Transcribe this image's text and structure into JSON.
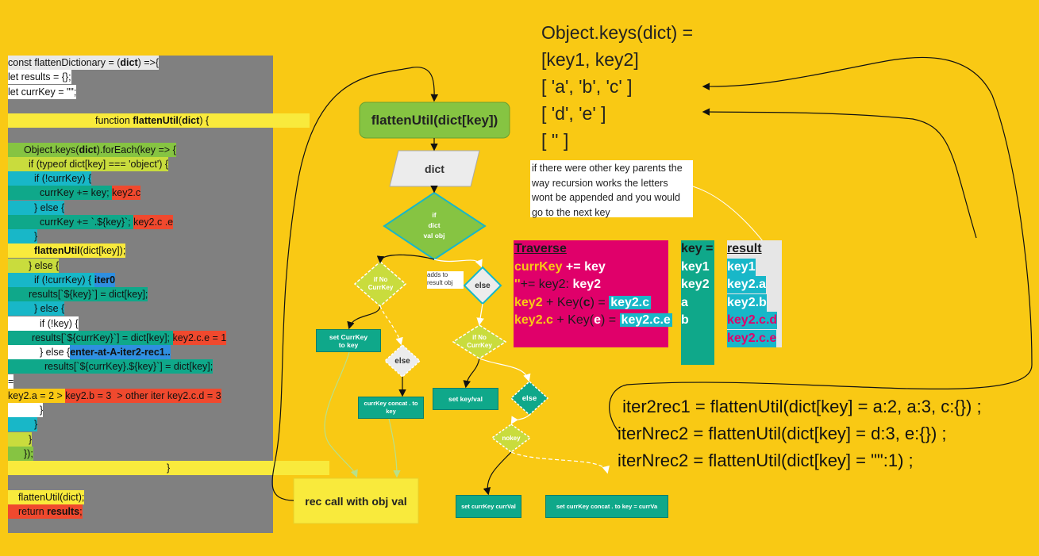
{
  "code": {
    "lines": [
      {
        "bg": "#e8e8e8",
        "pad": 0,
        "parts": [
          {
            "t": "const flattenDictionary = ("
          },
          {
            "t": "dict",
            "b": 1
          },
          {
            "t": ") =>{"
          }
        ]
      },
      {
        "bg": "#ffffff",
        "pad": 0,
        "parts": [
          {
            "t": "let results = {};"
          }
        ]
      },
      {
        "bg": "#ffffff",
        "pad": 0,
        "parts": [
          {
            "t": "let currKey = \"\";"
          }
        ]
      },
      {
        "bg": null,
        "pad": 0,
        "parts": []
      },
      {
        "bg": "#f9ea3c",
        "pad": 110,
        "parts": [
          {
            "t": "function "
          },
          {
            "t": "flattenUtil",
            "b": 1
          },
          {
            "t": "("
          },
          {
            "t": "dict",
            "b": 1
          },
          {
            "t": ") {"
          }
        ],
        "w": 270
      },
      {
        "bg": null,
        "pad": 0,
        "parts": []
      },
      {
        "bg": "#86c442",
        "pad": 20,
        "parts": [
          {
            "t": "Object.keys("
          },
          {
            "t": "dict",
            "b": 1
          },
          {
            "t": ").forEach(key => {"
          }
        ]
      },
      {
        "bg": "#c9dc3d",
        "pad": 26,
        "parts": [
          {
            "t": "if (typeof dict[key] === 'object') {"
          }
        ]
      },
      {
        "bg": "#18b7c8",
        "pad": 33,
        "parts": [
          {
            "t": "if (!currKey) {"
          }
        ]
      },
      {
        "bg": "#0fa88a",
        "pad": 40,
        "parts": [
          {
            "t": "currKey += key; "
          },
          {
            "t": "key2.c",
            "hl": "red"
          }
        ]
      },
      {
        "bg": "#18b7c8",
        "pad": 33,
        "parts": [
          {
            "t": "} else {"
          }
        ]
      },
      {
        "bg": "#0fa88a",
        "pad": 40,
        "parts": [
          {
            "t": "currKey += `.${key}`; "
          },
          {
            "t": "key2.c .e",
            "hl": "red"
          }
        ]
      },
      {
        "bg": "#18b7c8",
        "pad": 33,
        "parts": [
          {
            "t": "}"
          }
        ]
      },
      {
        "bg": "#f9ea3c",
        "pad": 33,
        "parts": [
          {
            "t": "flattenUtil",
            "b": 1
          },
          {
            "t": "(dict[key]);"
          }
        ]
      },
      {
        "bg": "#c9dc3d",
        "pad": 26,
        "parts": [
          {
            "t": "} else {"
          }
        ]
      },
      {
        "bg": "#18b7c8",
        "pad": 33,
        "parts": [
          {
            "t": "if (!currKey) { "
          },
          {
            "t": "iter0",
            "hl": "blue"
          }
        ]
      },
      {
        "bg": "#0fa88a",
        "pad": 26,
        "parts": [
          {
            "t": "results[`${key}`] = dict[key];"
          }
        ]
      },
      {
        "bg": "#18b7c8",
        "pad": 33,
        "parts": [
          {
            "t": "} else {"
          }
        ]
      },
      {
        "bg": "#ffffff",
        "pad": 40,
        "parts": [
          {
            "t": "if (!key) {"
          }
        ]
      },
      {
        "bg": "#0fa88a",
        "pad": 30,
        "parts": [
          {
            "t": "results[`${currKey}`] = dict[key]; "
          },
          {
            "t": "key2.c.e = 1",
            "hl": "red"
          }
        ]
      },
      {
        "bg": "#ffffff",
        "pad": 40,
        "parts": [
          {
            "t": "} else {"
          },
          {
            "t": "enter-at-A-iter2-rec1..",
            "hl": "blue"
          }
        ]
      },
      {
        "bg": "#0fa88a",
        "pad": 46,
        "parts": [
          {
            "t": "results[`${currKey}.${key}`] = dict[key];"
          }
        ]
      },
      {
        "bg": "#ffffff",
        "pad": 0,
        "parts": [
          {
            "t": "="
          }
        ]
      },
      {
        "bg": "#f0492e",
        "pad": 0,
        "parts": [
          {
            "t": "key2.a = 2 > ",
            "bgx": "#f9c914"
          },
          {
            "t": "key2.b = 3  > other iter key2.c.d = 3"
          }
        ]
      },
      {
        "bg": "#ffffff",
        "pad": 40,
        "parts": [
          {
            "t": "}"
          }
        ]
      },
      {
        "bg": "#18b7c8",
        "pad": 33,
        "parts": [
          {
            "t": "}"
          }
        ]
      },
      {
        "bg": "#c9dc3d",
        "pad": 26,
        "parts": [
          {
            "t": "}"
          }
        ]
      },
      {
        "bg": "#86c442",
        "pad": 20,
        "parts": [
          {
            "t": "});"
          }
        ]
      },
      {
        "bg": "#f9ea3c",
        "pad": 200,
        "parts": [
          {
            "t": "}"
          }
        ],
        "w": 205
      },
      {
        "bg": null,
        "pad": 0,
        "parts": []
      },
      {
        "bg": "#f9ea3c",
        "pad": 13,
        "parts": [
          {
            "t": "flattenUtil(dict);"
          }
        ]
      },
      {
        "bg": "#f0492e",
        "pad": 13,
        "parts": [
          {
            "t": "return "
          },
          {
            "t": "results",
            "b": 1
          },
          {
            "t": ";"
          }
        ]
      }
    ]
  },
  "flow": {
    "start_label": "flattenUtil(dict[key])",
    "dict_label": "dict",
    "if_obj_label": "if\ndict\nval obj",
    "if_no_currkey_1": "if No\nCurrKey",
    "adds_to_result": "adds to\nresult obj",
    "else_1": "else",
    "set_currkey_to_key": "set CurrKey\nto key",
    "else_2": "else",
    "currkey_concat": "currKey concat . to\nkey",
    "if_no_currkey_2": "if No\nCurrKey",
    "set_key_val": "set key/val",
    "else_3": "else",
    "nokey": "nokey",
    "rec_call": "rec call with obj val",
    "set_currkey_currval": "set currKey currVal",
    "set_currkey_concat_currval": "set currKey concat . to key = currVa"
  },
  "annotations": {
    "keys_lines": [
      "Object.keys(dict) =",
      "[key1, key2]",
      "[ 'a', 'b', 'c' ]",
      "[ 'd', 'e' ]",
      "[ '' ]"
    ],
    "note": "if there were other key parents the way recursion works the letters wont be appended and you would go to the next key",
    "iter_lines": [
      " iter2rec1 = flattenUtil(dict[key] = a:2, a:3, c:{}) ;",
      "iterNrec2 = flattenUtil(dict[key] = d:3, e:{}) ;",
      "iterNrec2 = flattenUtil(dict[key] = \"\":1) ;"
    ]
  },
  "traverse": {
    "title": "Traverse",
    "row1_a": "currKey",
    "row1_b": " += key",
    "row2_a": "''",
    "row2_b": "+= key2: ",
    "row2_c": "key2",
    "row3_a": "key2",
    "row3_b": " + Key(",
    "row3_c": "c",
    "row3_d": ") = ",
    "row3_e": "key2.c",
    "row4_a": "key2.c",
    "row4_b": " + Key(",
    "row4_c": "e",
    "row4_d": ") = ",
    "row4_e": "key2.c.e"
  },
  "key_column": {
    "header": "key =",
    "items": [
      "key1",
      "key2",
      "a",
      "b"
    ]
  },
  "result_column": {
    "header": "result",
    "items": [
      "key1",
      "key2.a",
      "key2.b",
      "key2.c.d",
      "key2.c.e"
    ]
  }
}
